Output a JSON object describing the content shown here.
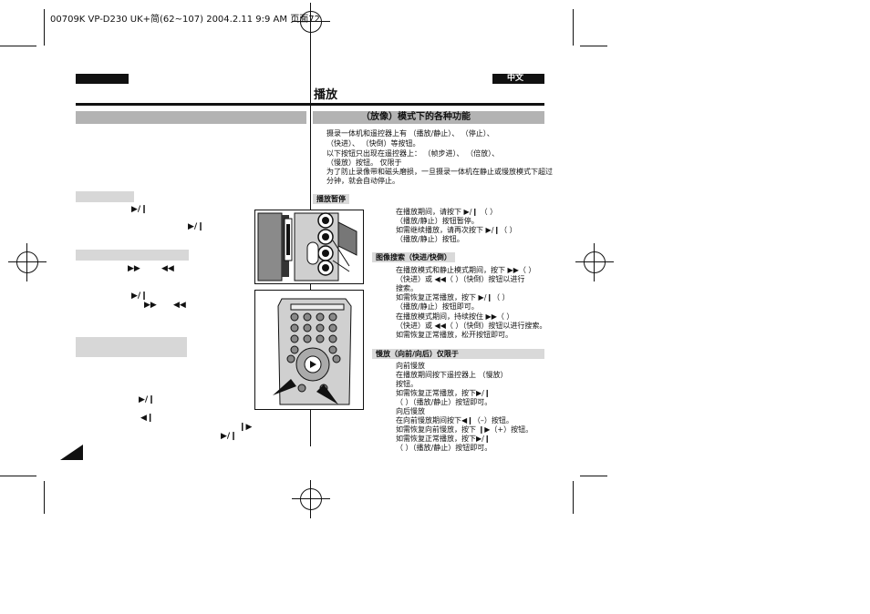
{
  "header_line": "00709K VP-D230 UK+简(62~107)  2004.2.11 9:9 AM  页面72",
  "language_tab": "中文",
  "page_title": "播放",
  "section_heading": "（放像）模式下的各种功能",
  "intro_lines": [
    "摄录一体机和遥控器上有                    （播放/静止）、              （停止）、",
    "       （快进）、        （快倒）等按钮。",
    "以下按钮只出现在遥控器上：                  （帧步进）、        （倍放）、",
    "（慢放）按钮。  仅限于",
    "为了防止录像带和磁头磨损，一旦摄录一体机在静止或慢放模式下超过",
    "    分钟，就会自动停止。"
  ],
  "pause": {
    "heading": "播放暂停",
    "lines": [
      "在播放期间，请按下 ▶/❙ （                     ）",
      "（播放/静止）按钮暂停。",
      "如需继续播放，请再次按下 ▶/❙（                     ）",
      "（播放/静止）按钮。"
    ]
  },
  "search": {
    "heading": "图像搜索（快进/快倒）",
    "lines": [
      "在播放模式和静止模式期间，按下 ▶▶（    ）",
      "（快进）或 ◀◀（      ）（快倒）按钮以进行",
      "搜索。",
      "如需恢复正常播放，按下 ▶/❙（                     ）",
      "（播放/静止）按钮即可。",
      "在播放模式期间，持续按住 ▶▶（    ）",
      "（快进）或 ◀◀（      ）（快倒）按钮以进行搜索。",
      "如需恢复正常播放，松开按钮即可。"
    ]
  },
  "slow": {
    "heading": "慢放（向前/向后）仅限于",
    "lines": [
      "向前慢放",
      "    在播放期间按下遥控器上               （慢放）",
      "    按钮。",
      "    如需恢复正常播放，按下▶/❙",
      "    （                     ）（播放/静止）按钮即可。",
      "向后慢放",
      "    在向前慢放期间按下◀❙（–）按钮。",
      "    如需恢复向前慢放，按下 ❙▶（+）按钮。",
      "    如需恢复正常播放，按下▶/❙",
      "    （                     ）（播放/静止）按钮即可。"
    ]
  },
  "left_glyphs": [
    "▶/❙",
    "▶/❙",
    "▶▶",
    "◀◀",
    "▶/❙",
    "▶▶",
    "◀◀",
    "▶/❙",
    "◀❙",
    "❙▶",
    "▶/❙"
  ]
}
